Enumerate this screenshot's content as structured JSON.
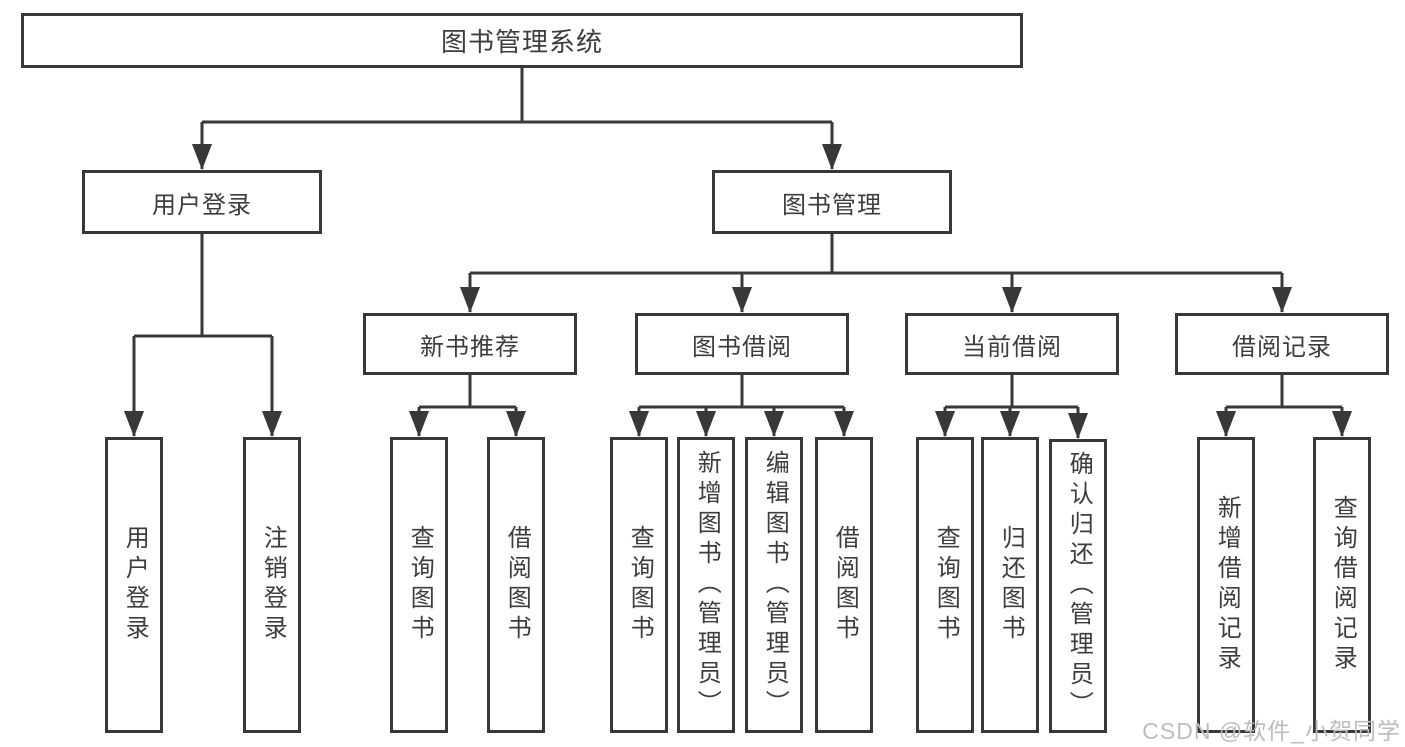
{
  "colors": {
    "line": "#383838",
    "text": "#3d3d3d",
    "watermark": "#bdbdbd",
    "background": "#ffffff"
  },
  "watermark": "CSDN @软件_小贺同学",
  "tree": {
    "root": {
      "label": "图书管理系统"
    },
    "branches": [
      {
        "label": "用户登录",
        "leaves": [
          {
            "label": "用户登录"
          },
          {
            "label": "注销登录"
          }
        ]
      },
      {
        "label": "图书管理",
        "groups": [
          {
            "label": "新书推荐",
            "leaves": [
              {
                "label": "查询图书"
              },
              {
                "label": "借阅图书"
              }
            ]
          },
          {
            "label": "图书借阅",
            "leaves": [
              {
                "label": "查询图书"
              },
              {
                "label": "新增图书（管理员）"
              },
              {
                "label": "编辑图书（管理员）"
              },
              {
                "label": "借阅图书"
              }
            ]
          },
          {
            "label": "当前借阅",
            "leaves": [
              {
                "label": "查询图书"
              },
              {
                "label": "归还图书"
              },
              {
                "label": "确认归还（管理员）"
              }
            ]
          },
          {
            "label": "借阅记录",
            "leaves": [
              {
                "label": "新增借阅记录"
              },
              {
                "label": "查询借阅记录"
              }
            ]
          }
        ]
      }
    ]
  }
}
